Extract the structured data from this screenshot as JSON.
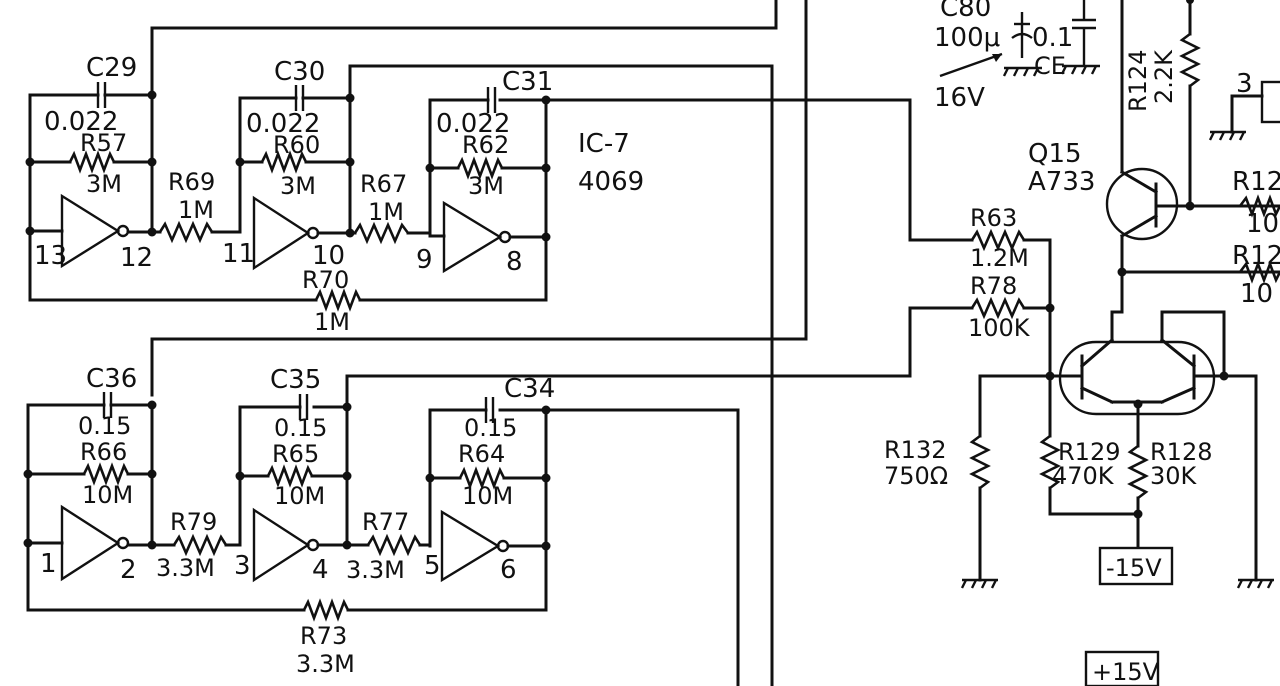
{
  "ic": {
    "name": "IC-7",
    "part": "4069"
  },
  "top_section": {
    "caps": [
      {
        "ref": "C29",
        "value": "0.022"
      },
      {
        "ref": "C30",
        "value": "0.022"
      },
      {
        "ref": "C31",
        "value": "0.022"
      }
    ],
    "feedback_resistors": [
      {
        "ref": "R57",
        "value": "3M"
      },
      {
        "ref": "R60",
        "value": "3M"
      },
      {
        "ref": "R62",
        "value": "3M"
      }
    ],
    "series_resistors": [
      {
        "ref": "R69",
        "value": "1M"
      },
      {
        "ref": "R67",
        "value": "1M"
      }
    ],
    "loop_resistor": {
      "ref": "R70",
      "value": "1M"
    },
    "pins": [
      "13",
      "12",
      "11",
      "10",
      "9",
      "8"
    ]
  },
  "bottom_section": {
    "caps": [
      {
        "ref": "C36",
        "value": "0.15"
      },
      {
        "ref": "C35",
        "value": "0.15"
      },
      {
        "ref": "C34",
        "value": "0.15"
      }
    ],
    "feedback_resistors": [
      {
        "ref": "R66",
        "value": "10M"
      },
      {
        "ref": "R65",
        "value": "10M"
      },
      {
        "ref": "R64",
        "value": "10M"
      }
    ],
    "series_resistors": [
      {
        "ref": "R79",
        "value": "3.3M"
      },
      {
        "ref": "R77",
        "value": "3.3M"
      }
    ],
    "loop_resistor": {
      "ref": "R73",
      "value": "3.3M"
    },
    "pins": [
      "1",
      "2",
      "3",
      "4",
      "5",
      "6"
    ]
  },
  "right_section": {
    "c80": {
      "ref": "C80",
      "value": "100μ",
      "voltage": "16V"
    },
    "ce": {
      "value": "0.1",
      "ref": "CE"
    },
    "r124": {
      "ref": "R124",
      "value": "2.2K"
    },
    "pin3": "3",
    "q15": {
      "ref": "Q15",
      "part": "A733"
    },
    "r63": {
      "ref": "R63",
      "value": "1.2M"
    },
    "r78": {
      "ref": "R78",
      "value": "100K"
    },
    "r132": {
      "ref": "R132",
      "value": "750Ω"
    },
    "r129": {
      "ref": "R129",
      "value": "470K"
    },
    "r128": {
      "ref": "R128",
      "value": "30K"
    },
    "neg_supply": "-15V",
    "pos_supply": "+15V",
    "cut_r12a": "R12",
    "cut_10a": "10",
    "cut_r12b": "R12",
    "cut_10b": "10"
  }
}
